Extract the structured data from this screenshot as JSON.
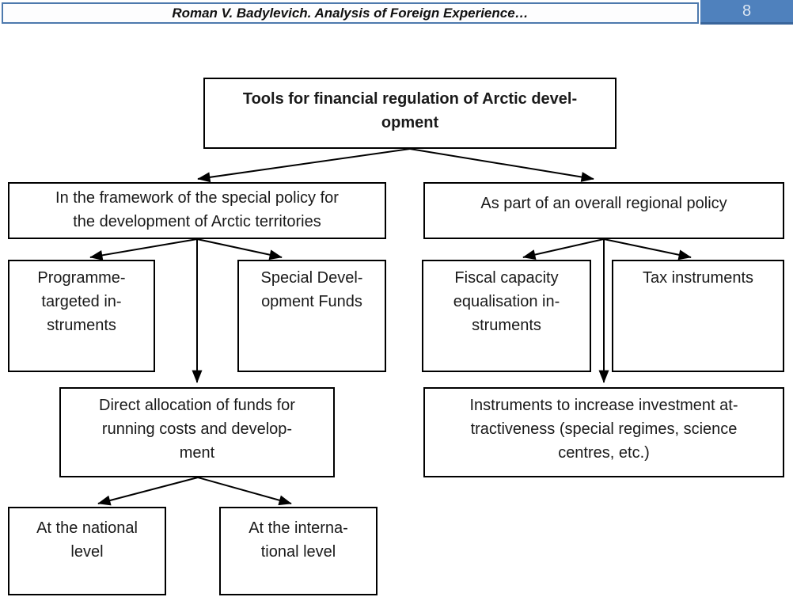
{
  "header": {
    "title": "Roman V. Badylevich. Analysis of Foreign Experience…",
    "page_number": "8",
    "accent_blue": "#4f81bd",
    "accent_blue_dark": "#39659b",
    "title_border_blue": "#4d79ad"
  },
  "diagram": {
    "type": "flowchart",
    "nodes": {
      "root": {
        "text": "Tools for financial regulation of Arctic devel-\nopment"
      },
      "special_policy": {
        "text": "In the framework of the special policy for\nthe development of Arctic territories"
      },
      "regional_policy": {
        "text": "As part of an overall regional policy"
      },
      "programme": {
        "text": "Programme-\ntargeted in-\nstruments"
      },
      "dev_funds": {
        "text": "Special Devel-\nopment Funds"
      },
      "fiscal": {
        "text": "Fiscal capacity\nequalisation in-\nstruments"
      },
      "tax": {
        "text": "Tax instruments"
      },
      "direct_allocation": {
        "text": "Direct allocation of funds for\nrunning costs and develop-\nment"
      },
      "investment": {
        "text": "Instruments to increase investment at-\ntractiveness (special regimes, science\ncentres, etc.)"
      },
      "national": {
        "text": "At the national\nlevel"
      },
      "international": {
        "text": "At the interna-\ntional level"
      }
    },
    "edges": [
      "root->special_policy",
      "root->regional_policy",
      "special_policy->programme",
      "special_policy->dev_funds",
      "special_policy->direct_allocation",
      "regional_policy->fiscal",
      "regional_policy->tax",
      "regional_policy->investment",
      "direct_allocation->national",
      "direct_allocation->international"
    ]
  }
}
